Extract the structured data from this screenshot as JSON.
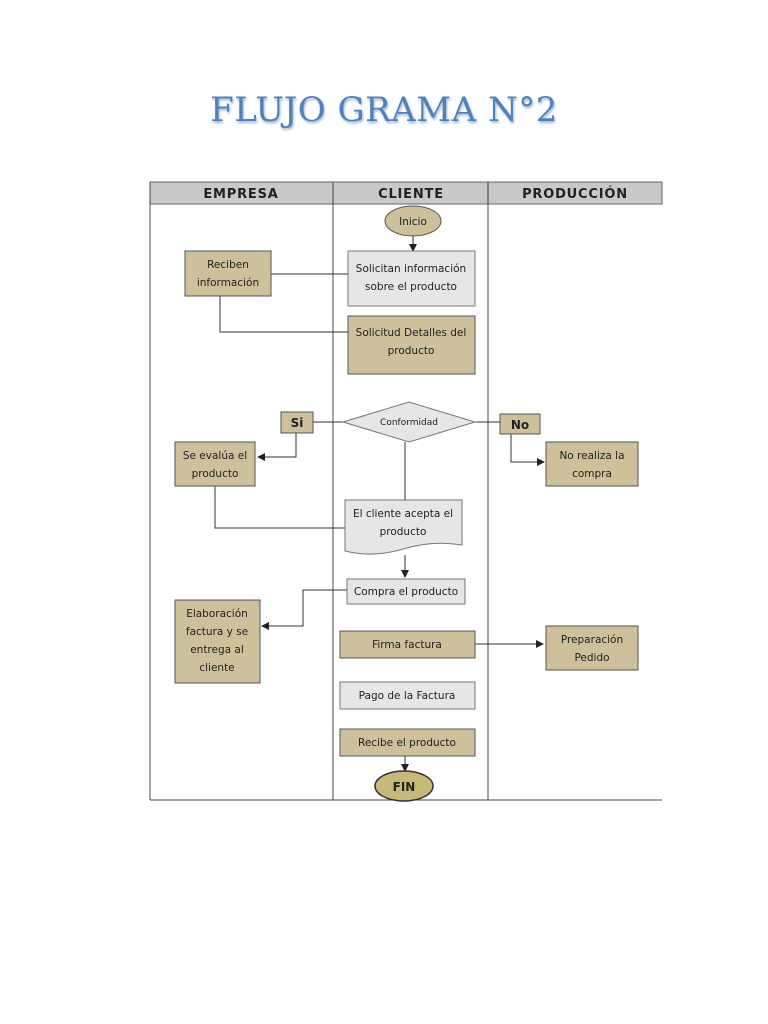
{
  "title": "FLUJO GRAMA N°2",
  "lanes": [
    "EMPRESA",
    "CLIENTE",
    "PRODUCCIÓN"
  ],
  "nodes": {
    "inicio": [
      "Inicio"
    ],
    "reciben_informacion": [
      "Reciben",
      "información"
    ],
    "solicitan_informacion": [
      "Solicitan información",
      "sobre el producto"
    ],
    "solicitud_detalles": [
      "Solicitud Detalles del",
      "producto"
    ],
    "si": [
      "Si"
    ],
    "conformidad": [
      "Conformidad"
    ],
    "no": [
      "No"
    ],
    "se_evalua": [
      "Se evalúa el",
      "producto"
    ],
    "no_realiza": [
      "No realiza la",
      "compra"
    ],
    "cliente_acepta": [
      "El cliente acepta el",
      "producto"
    ],
    "compra": [
      "Compra el producto"
    ],
    "elaboracion": [
      "Elaboración",
      "factura y se",
      "entrega al",
      "cliente"
    ],
    "firma": [
      "Firma factura"
    ],
    "preparacion": [
      "Preparación",
      "Pedido"
    ],
    "pago": [
      "Pago de la Factura"
    ],
    "recibe": [
      "Recibe el producto"
    ],
    "fin": [
      "FIN"
    ]
  },
  "colors": {
    "title": "#4f81bd",
    "header_fill": "#c9c9c9",
    "process_tan": "#cdc09b",
    "process_grey": "#e6e6e6",
    "terminal": "#c8b87a"
  }
}
